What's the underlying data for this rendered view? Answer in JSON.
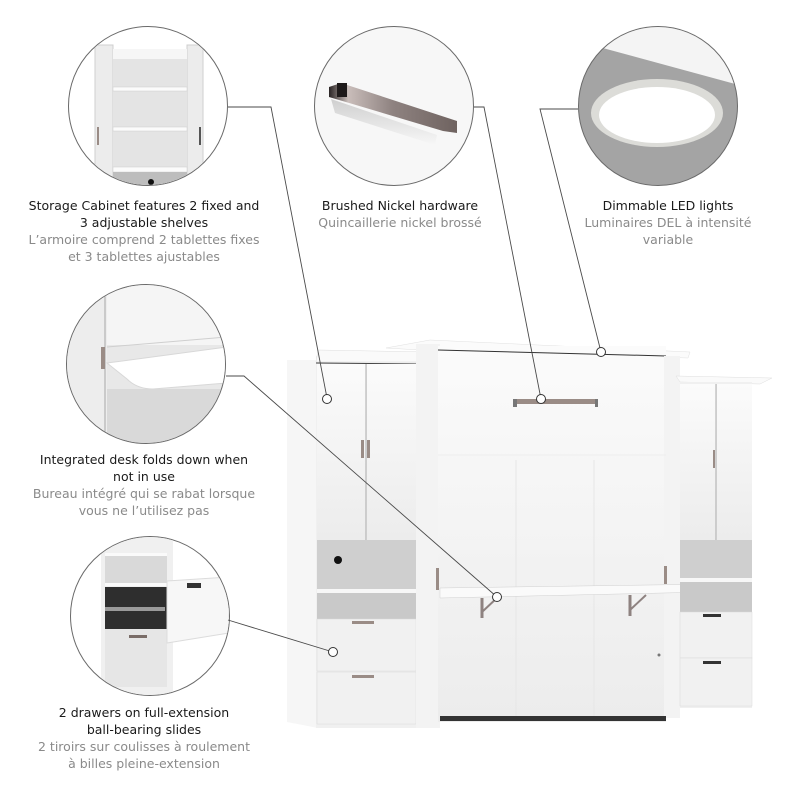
{
  "features": [
    {
      "id": "storage-cabinet",
      "en": "Storage Cabinet features 2 fixed and 3 adjustable shelves",
      "en_lines": [
        "Storage Cabinet features 2 fixed and",
        "3 adjustable shelves"
      ],
      "fr_lines": [
        "L’armoire comprend 2 tablettes fixes",
        "et 3 tablettes ajustables"
      ],
      "icon": "open-cabinet-shelves-image"
    },
    {
      "id": "brushed-nickel",
      "en_lines": [
        "Brushed Nickel hardware"
      ],
      "fr_lines": [
        "Quincaillerie nickel brossé"
      ],
      "icon": "bar-handle-image"
    },
    {
      "id": "led-lights",
      "en_lines": [
        "Dimmable LED lights"
      ],
      "fr_lines": [
        "Luminaires DEL à intensité",
        "variable"
      ],
      "icon": "led-puck-light-image"
    },
    {
      "id": "integrated-desk",
      "en_lines": [
        "Integrated desk folds down when",
        "not in use"
      ],
      "fr_lines": [
        "Bureau intégré qui se rabat lorsque",
        "vous ne l’utilisez pas"
      ],
      "icon": "fold-down-desk-image"
    },
    {
      "id": "drawers",
      "en_lines": [
        "2 drawers on full-extension",
        "ball-bearing slides"
      ],
      "fr_lines": [
        "2 tiroirs sur coulisses à roulement",
        "à billes pleine-extension"
      ],
      "icon": "drawer-slides-image"
    }
  ],
  "colors": {
    "text_primary": "#1a1a1a",
    "text_secondary": "#8a8a8a",
    "leader_line": "#4a4a4a",
    "furniture_white": "#f2f2f2",
    "furniture_shadow": "#d6d6d6",
    "hardware": "#9a8c86"
  }
}
